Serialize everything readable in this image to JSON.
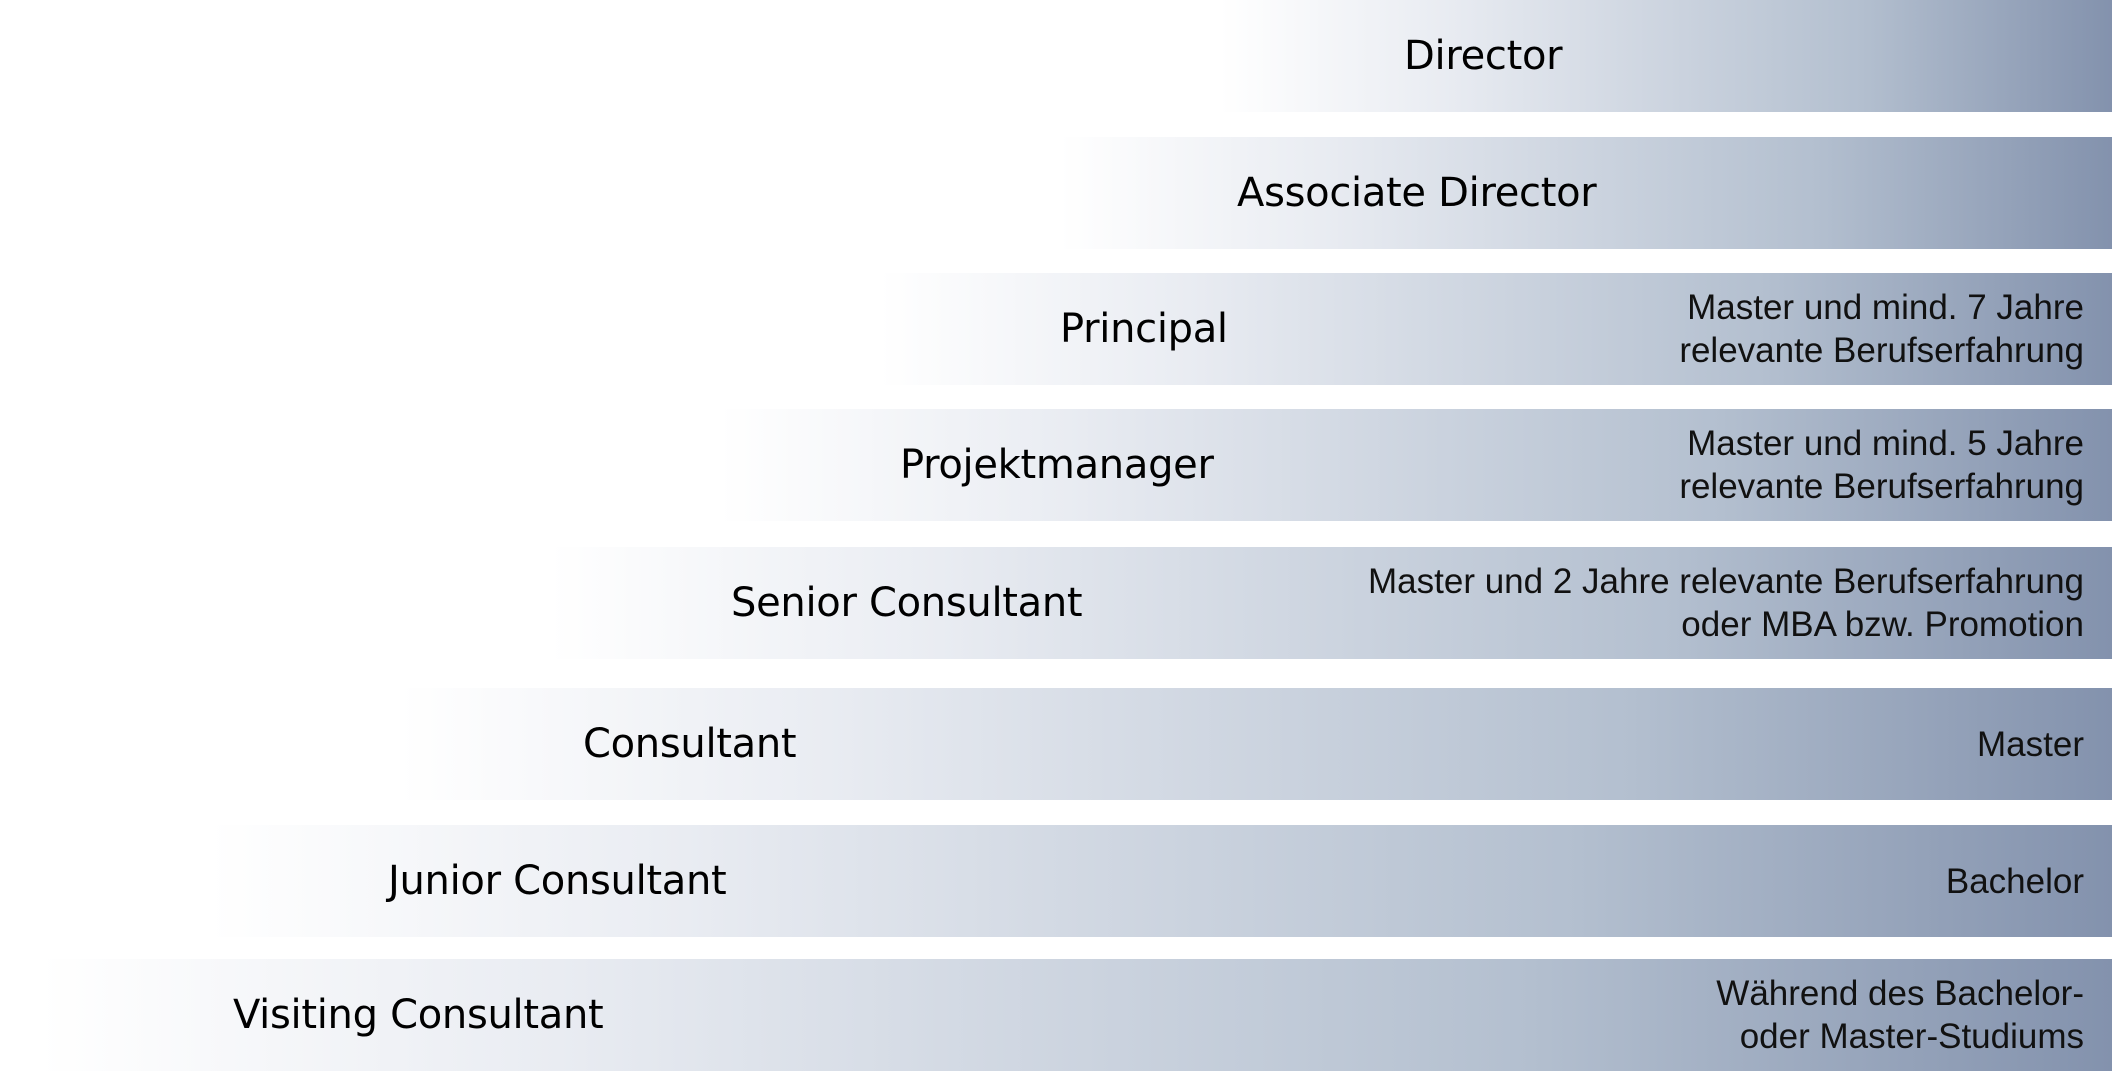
{
  "levels": [
    {
      "role": "Director",
      "requirement": []
    },
    {
      "role": "Associate Director",
      "requirement": []
    },
    {
      "role": "Principal",
      "requirement": [
        "Master und mind. 7 Jahre",
        "relevante Berufserfahrung"
      ]
    },
    {
      "role": "Projektmanager",
      "requirement": [
        "Master und mind. 5 Jahre",
        "relevante Berufserfahrung"
      ]
    },
    {
      "role": "Senior Consultant",
      "requirement": [
        "Master und 2 Jahre relevante Berufserfahrung",
        "oder MBA bzw. Promotion"
      ]
    },
    {
      "role": "Consultant",
      "requirement": [
        "Master"
      ]
    },
    {
      "role": "Junior Consultant",
      "requirement": [
        "Bachelor"
      ]
    },
    {
      "role": "Visiting Consultant",
      "requirement": [
        "Während des Bachelor-",
        "oder Master-Studiums"
      ]
    }
  ],
  "colors": {
    "band_light": "#e9ecf2",
    "band_mid": "#b3bfcf",
    "band_dark": "#8392ad",
    "text": "#000000"
  }
}
